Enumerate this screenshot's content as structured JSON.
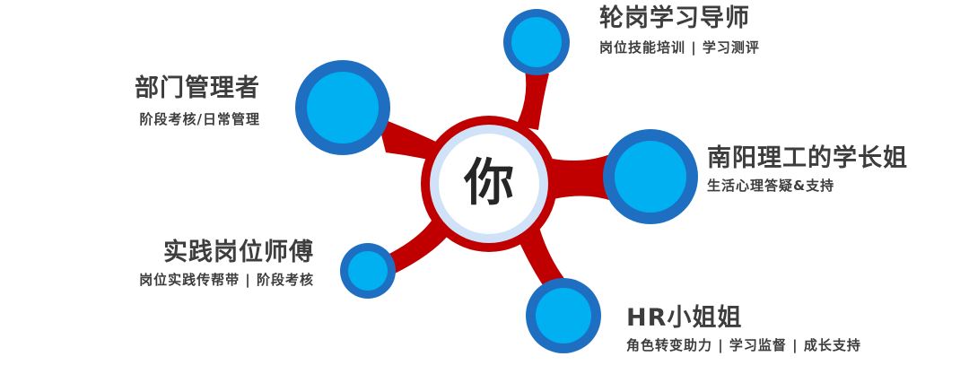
{
  "center": {
    "label": "你"
  },
  "colors": {
    "connector": "#c00000",
    "node_outer": "#1e6fc1",
    "node_inner": "#00b0f0",
    "hub_ring": "#cfe2f7",
    "hub_fill": "#ffffff",
    "text": "#3d3d3d"
  },
  "nodes": [
    {
      "id": "dept-manager",
      "title": "部门管理者",
      "subtitle": "阶段考核/日常管理"
    },
    {
      "id": "rotation-mentor",
      "title": "轮岗学习导师",
      "subtitle": "岗位技能培训 | 学习测评"
    },
    {
      "id": "senior-alumni",
      "title": "南阳理工的学长姐",
      "subtitle": "生活心理答疑&支持"
    },
    {
      "id": "practice-master",
      "title": "实践岗位师傅",
      "subtitle": "岗位实践传帮带 | 阶段考核"
    },
    {
      "id": "hr-sister",
      "title": "HR小姐姐",
      "subtitle": "角色转变助力 | 学习监督 | 成长支持"
    }
  ]
}
